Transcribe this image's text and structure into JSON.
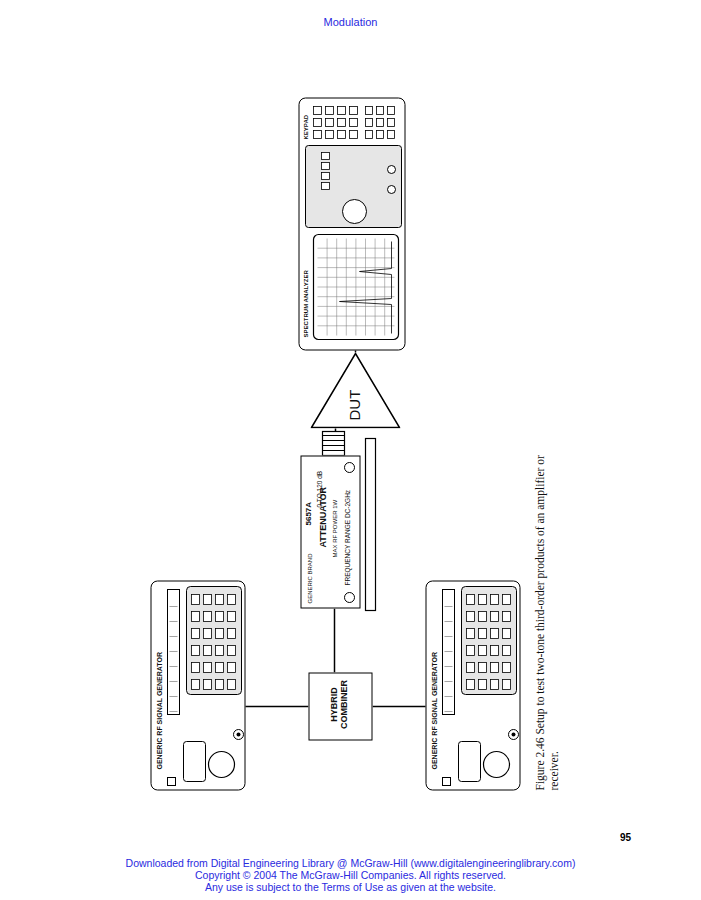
{
  "diagram": {
    "caption": "Figure 2.46 Setup to test two-tone third-order products of an amplifier or receiver.",
    "nodes": [
      {
        "text": [
          "GENERIC RF SIGNAL GENERATOR"
        ]
      },
      {
        "text": [
          "GENERIC RF SIGNAL GENERATOR"
        ]
      },
      {
        "text": [
          "HYBRID COMBINER"
        ]
      },
      {
        "text": [
          "5657A",
          "0 TO 120 dB",
          "GENERIC BRAND",
          "ATTENUATOR",
          "MAX RF POWER 1W",
          "FREQUENCY RANGE DC-2GHz"
        ]
      },
      {
        "text": [
          "DUT"
        ]
      },
      {
        "text": [
          "SPECTRUM ANALYZER",
          "KEYPAD"
        ]
      }
    ],
    "edges": [
      {
        "from": 0,
        "to": 2,
        "arrow": "none"
      },
      {
        "from": 1,
        "to": 2,
        "arrow": "none"
      },
      {
        "from": 2,
        "to": 3,
        "arrow": "none"
      },
      {
        "from": 3,
        "to": 4,
        "arrow": "none"
      },
      {
        "from": 4,
        "to": 5,
        "arrow": "none"
      }
    ],
    "labels": [
      "Modulation",
      "95",
      "Downloaded from Digital Engineering Library @ McGraw-Hill (www.digitalengineeringlibrary.com)",
      "Copyright © 2004 The McGraw-Hill Companies. All rights reserved.",
      "Any use is subject to the Terms of Use as given at the website."
    ]
  }
}
